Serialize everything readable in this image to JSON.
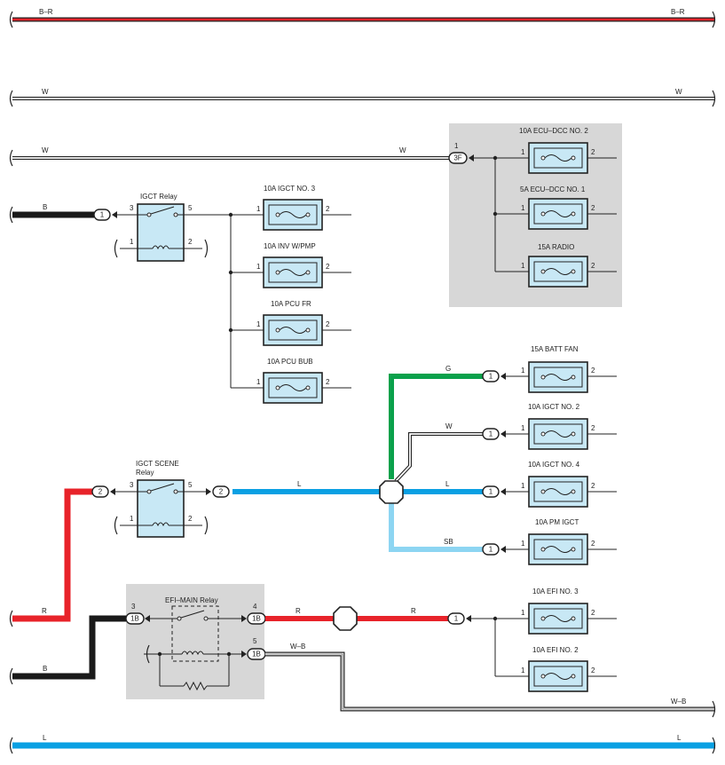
{
  "colors": {
    "wire_black": "#1a1a1a",
    "wire_red": "#e8232a",
    "wire_green": "#0aa14b",
    "wire_blue": "#0aa0e3",
    "wire_skyblue": "#8dd5f2",
    "component_fill": "#c8e8f5",
    "zone_gray": "#d7d7d7"
  },
  "bus_lines": {
    "br_left": "B–R",
    "br_right": "B–R",
    "w_left": "W",
    "w_right": "W",
    "l_left": "L",
    "l_right": "L"
  },
  "wires": {
    "w_to_3f_left": "W",
    "w_to_3f_mid": "W",
    "b_igct": "B",
    "g": "G",
    "w_igct2": "W",
    "l_main": "L",
    "l_igct4": "L",
    "sb": "SB",
    "r_left": "R",
    "b_left": "B",
    "r_efi1": "R",
    "r_efi2": "R",
    "wb_efi": "W–B",
    "wb_right": "W–B"
  },
  "relays": {
    "igct": {
      "title": "IGCT Relay",
      "pin_tl": "3",
      "pin_tr": "5",
      "pin_bl": "1",
      "pin_br": "2"
    },
    "igct_scene": {
      "title": "IGCT SCENE",
      "title2": "Relay",
      "pin_tl": "3",
      "pin_tr": "5",
      "pin_bl": "1",
      "pin_br": "2"
    },
    "efi_main": {
      "title": "EFI–MAIN Relay",
      "pin_3": "3",
      "pin_4": "4",
      "pin_5": "5"
    }
  },
  "connectors": {
    "c3f": "3F",
    "c3f_pin": "1",
    "igct_in": "1",
    "scene_in": "2",
    "scene_out": "2",
    "batt_fan": "1",
    "igct2": "1",
    "igct4": "1",
    "pm_igct": "1",
    "efi3": "1",
    "efi_in": "1B",
    "efi_out_r": "1B",
    "efi_out_wb": "1B"
  },
  "fuses": [
    {
      "id": "ecu_dcc2",
      "label": "10A ECU–DCC NO. 2",
      "pin1": "1",
      "pin2": "2"
    },
    {
      "id": "ecu_dcc1",
      "label": "5A ECU–DCC NO. 1",
      "pin1": "1",
      "pin2": "2"
    },
    {
      "id": "radio",
      "label": "15A RADIO",
      "pin1": "1",
      "pin2": "2"
    },
    {
      "id": "igct3",
      "label": "10A IGCT NO. 3",
      "pin1": "1",
      "pin2": "2"
    },
    {
      "id": "inv",
      "label": "10A INV W/PMP",
      "pin1": "1",
      "pin2": "2"
    },
    {
      "id": "pcufr",
      "label": "10A PCU FR",
      "pin1": "1",
      "pin2": "2"
    },
    {
      "id": "pcubub",
      "label": "10A PCU BUB",
      "pin1": "1",
      "pin2": "2"
    },
    {
      "id": "battfan",
      "label": "15A BATT FAN",
      "pin1": "1",
      "pin2": "2"
    },
    {
      "id": "igct2",
      "label": "10A IGCT NO. 2",
      "pin1": "1",
      "pin2": "2"
    },
    {
      "id": "igct4",
      "label": "10A IGCT NO. 4",
      "pin1": "1",
      "pin2": "2"
    },
    {
      "id": "pmigct",
      "label": "10A PM IGCT",
      "pin1": "1",
      "pin2": "2"
    },
    {
      "id": "efi3",
      "label": "10A EFI NO. 3",
      "pin1": "1",
      "pin2": "2"
    },
    {
      "id": "efi2",
      "label": "10A EFI NO. 2",
      "pin1": "1",
      "pin2": "2"
    }
  ]
}
